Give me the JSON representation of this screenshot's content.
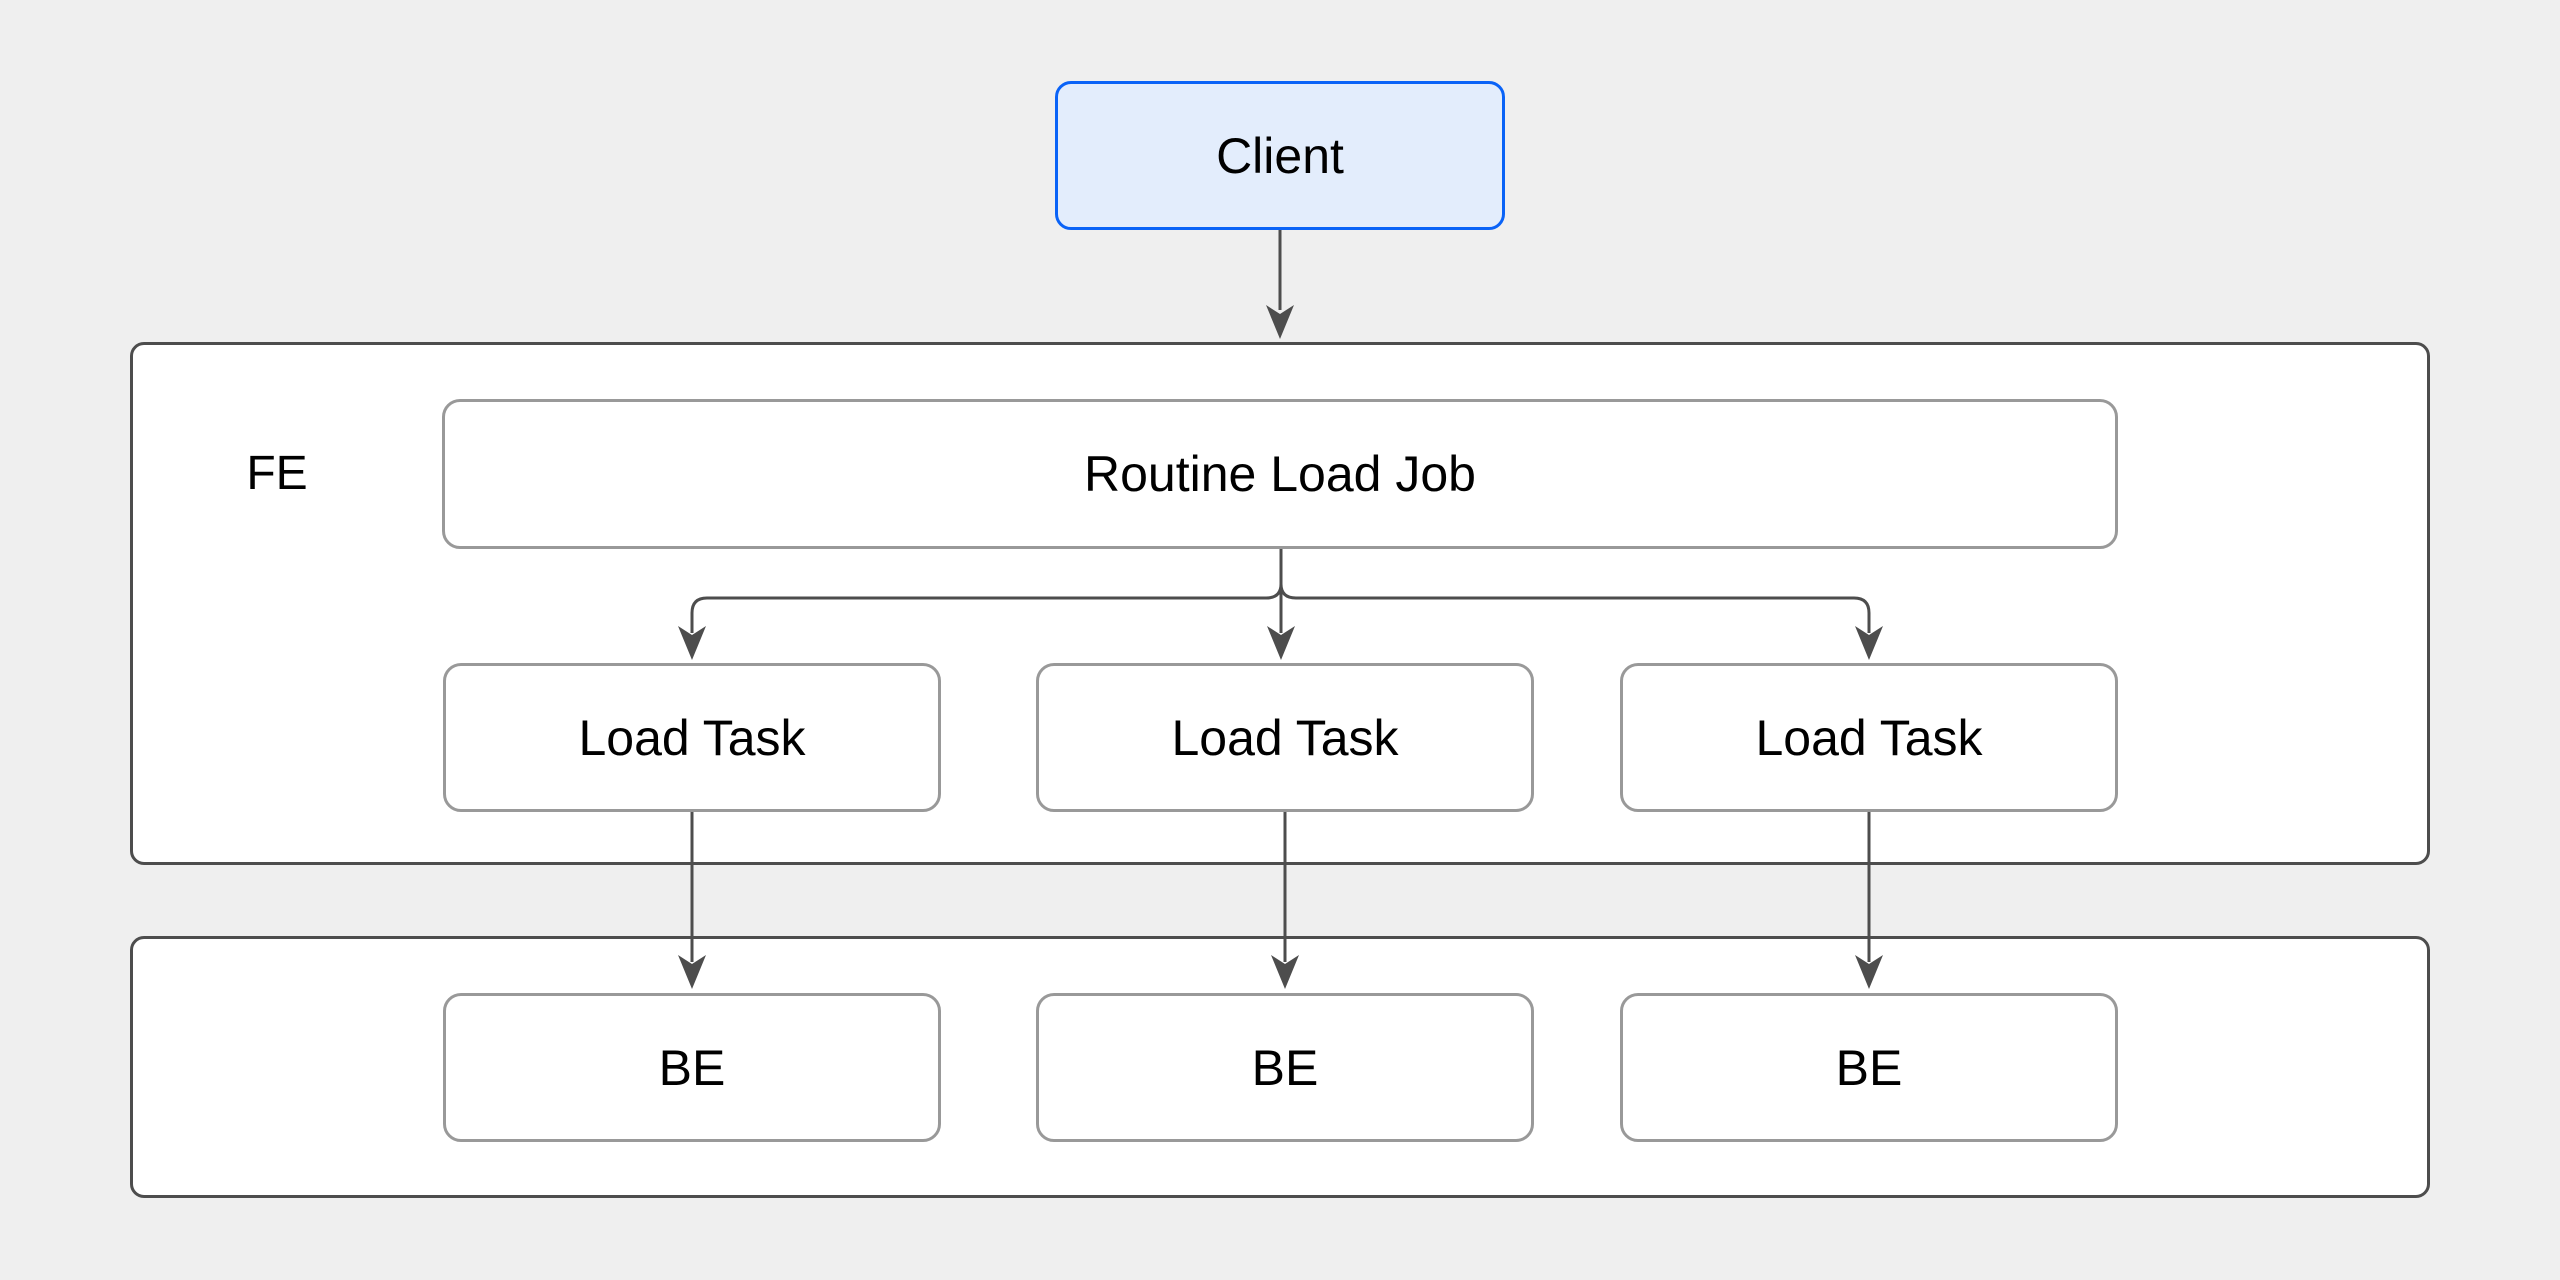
{
  "nodes": {
    "client": {
      "label": "Client"
    },
    "fe_container": {
      "label": "FE"
    },
    "routine_load_job": {
      "label": "Routine Load Job"
    },
    "load_tasks": [
      {
        "label": "Load Task"
      },
      {
        "label": "Load Task"
      },
      {
        "label": "Load Task"
      }
    ],
    "be_nodes": [
      {
        "label": "BE"
      },
      {
        "label": "BE"
      },
      {
        "label": "BE"
      }
    ]
  },
  "colors": {
    "background": "#efefef",
    "container_fill": "#ffffff",
    "container_border": "#4d4d4d",
    "node_fill": "#ffffff",
    "node_border": "#999999",
    "client_fill": "#e3edfc",
    "client_border": "#0a63f7",
    "connector": "#4d4d4d",
    "text": "#000000"
  }
}
